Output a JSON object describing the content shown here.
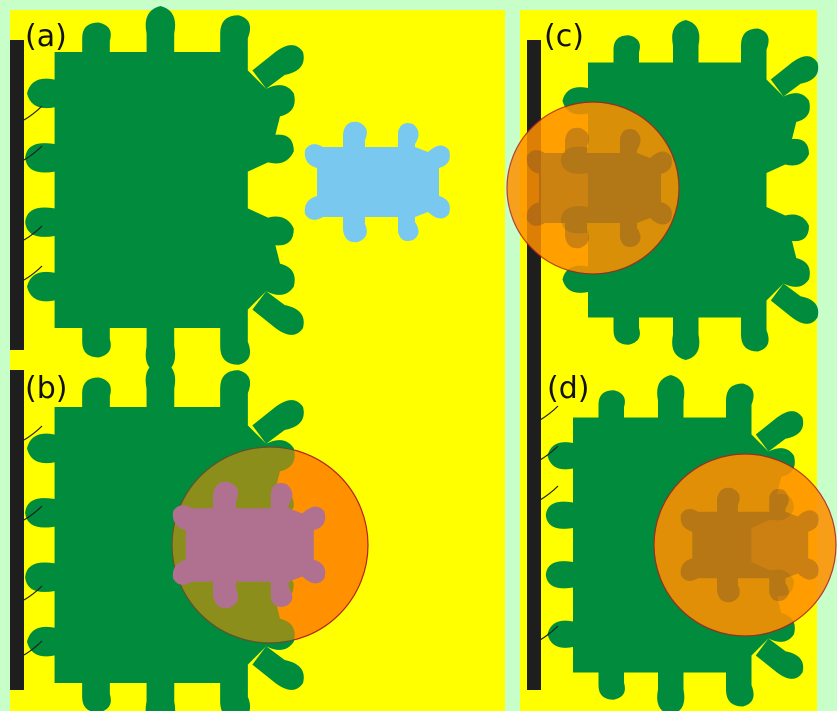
{
  "colors": {
    "page_background": "#c8ffc8",
    "panel_background": "#ffff00",
    "cell": "#008c3c",
    "probe": "#78c8f0",
    "highlight_circle": "#ff9000",
    "membrane": "#1e1e1e"
  },
  "panels": [
    {
      "id": "a",
      "label": "(a)"
    },
    {
      "id": "b",
      "label": "(b)"
    },
    {
      "id": "c",
      "label": "(c)"
    },
    {
      "id": "d",
      "label": "(d)"
    }
  ]
}
